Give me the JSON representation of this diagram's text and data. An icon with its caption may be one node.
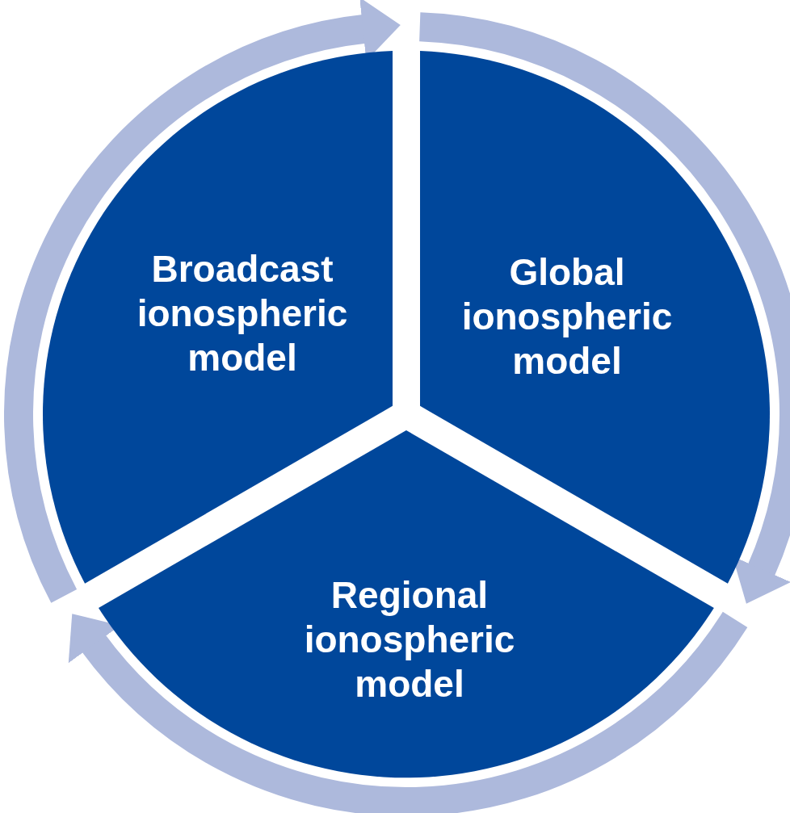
{
  "diagram": {
    "nodes": [
      {
        "text": [
          "Broadcast ionospheric model"
        ]
      },
      {
        "text": [
          "Global ionospheric model"
        ]
      },
      {
        "text": [
          "Regional ionospheric model"
        ]
      }
    ]
  }
}
